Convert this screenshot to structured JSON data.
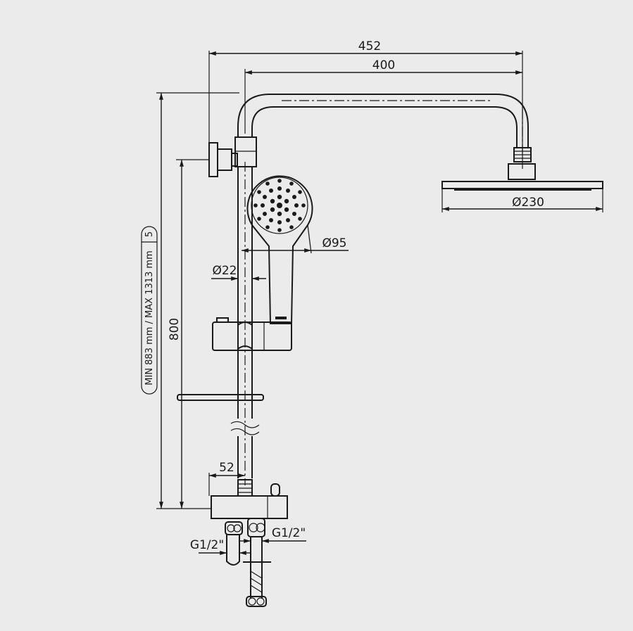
{
  "dimensions": {
    "width_total": "452",
    "width_arm": "400",
    "head_diameter": "Ø230",
    "hand_diameter": "Ø95",
    "pipe_diameter": "Ø22",
    "height": "800",
    "adjust_range": "MIN 883 mm / MAX 1313 mm",
    "adjust_tag": "5",
    "offset": "52",
    "thread_left": "G1/2\"",
    "thread_right": "G1/2\""
  }
}
